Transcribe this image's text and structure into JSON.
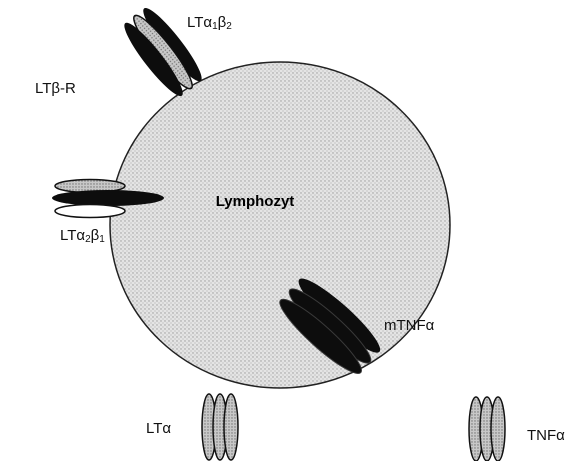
{
  "diagram": {
    "cell_label": "Lymphozyt",
    "labels": {
      "lt_beta_r": "LTβ-R",
      "lt_a1b2": {
        "base": "LTα",
        "sub1": "1",
        "mid": "β",
        "sub2": "2"
      },
      "lt_a2b1": {
        "base": "LTα",
        "sub1": "2",
        "mid": "β",
        "sub2": "1"
      },
      "mtnf_alpha": "mTNFα",
      "lt_alpha": "LTα",
      "tnf_alpha": "TNFα"
    },
    "colors": {
      "cell_fill": "#dcdcdc",
      "cell_stroke": "#222222",
      "dark_subunit": "#0d0d0d",
      "light_subunit": "#d6d6d6",
      "outline": "#111111"
    }
  }
}
